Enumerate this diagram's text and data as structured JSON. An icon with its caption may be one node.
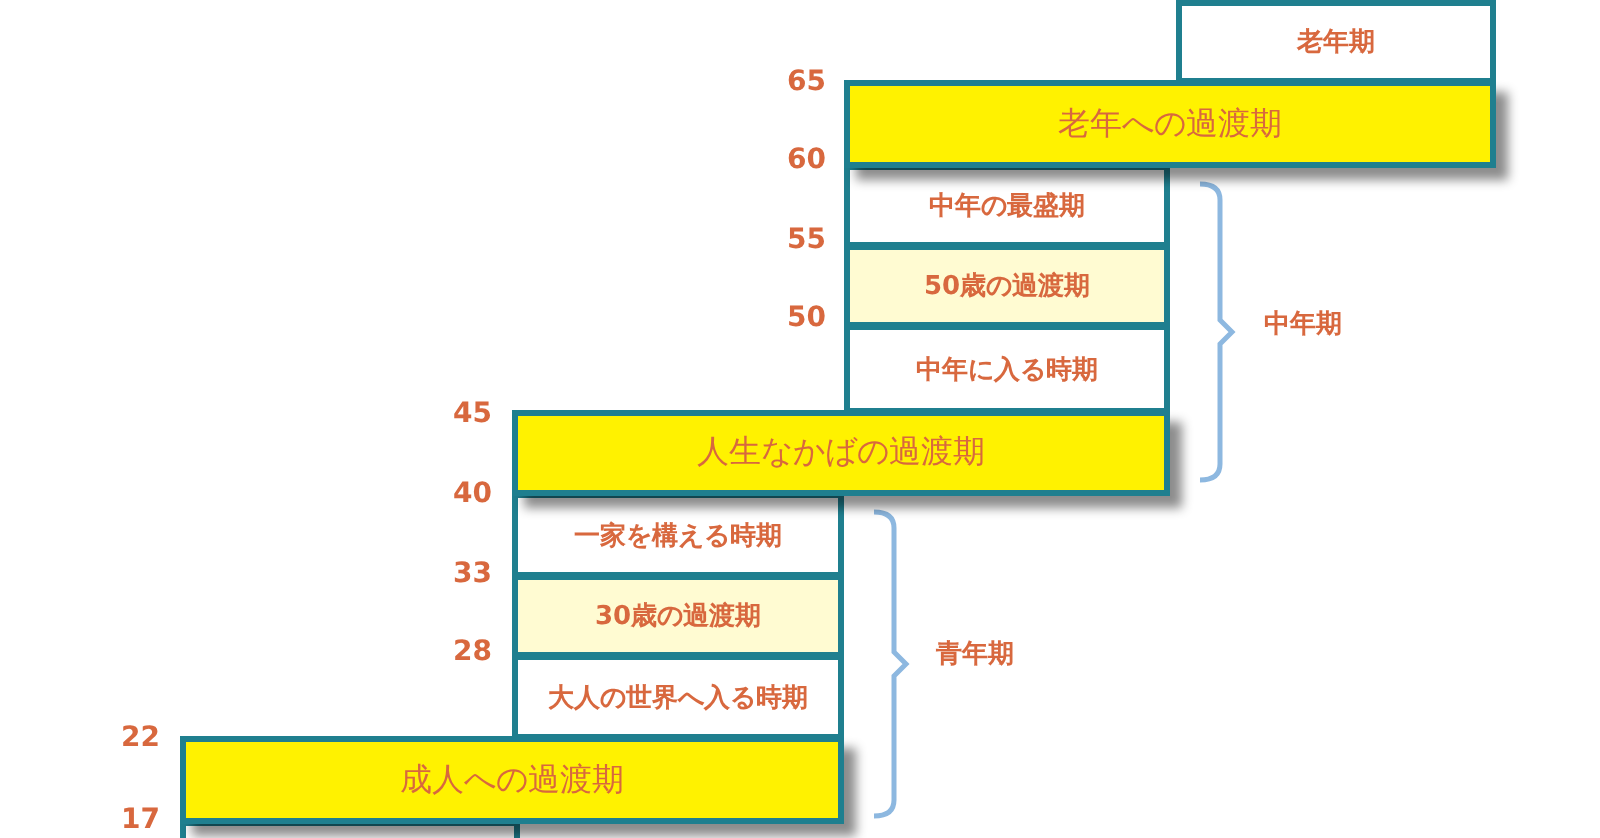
{
  "diagram": {
    "nodes": [
      {
        "text": [
          "老年期"
        ]
      },
      {
        "text": [
          "老年への過渡期"
        ]
      },
      {
        "text": [
          "中年の最盛期"
        ]
      },
      {
        "text": [
          "50歳の過渡期"
        ]
      },
      {
        "text": [
          "中年に入る時期"
        ]
      },
      {
        "text": [
          "人生なかばの過渡期"
        ]
      },
      {
        "text": [
          "一家を構える時期"
        ]
      },
      {
        "text": [
          "30歳の過渡期"
        ]
      },
      {
        "text": [
          "大人の世界へ入る時期"
        ]
      },
      {
        "text": [
          "成人への過渡期"
        ]
      },
      {
        "text": [],
        "shape": "box"
      }
    ],
    "labels": [
      "65",
      "60",
      "55",
      "50",
      "中年期",
      "45",
      "40",
      "33",
      "28",
      "青年期",
      "22",
      "17"
    ]
  }
}
